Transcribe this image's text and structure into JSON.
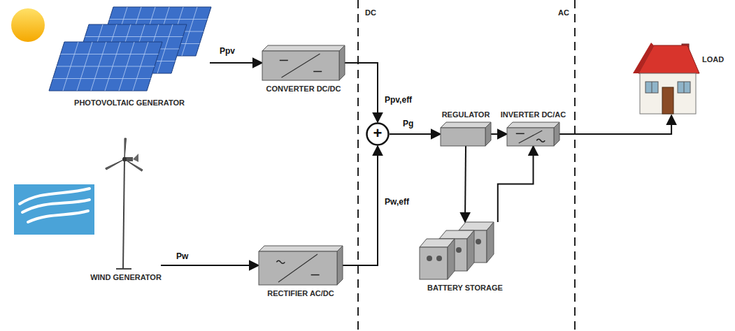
{
  "diagram": {
    "nodes": [
      {
        "text": [
          "PHOTOVOLTAIC GENERATOR"
        ]
      },
      {
        "text": [
          "CONVERTER DC/DC"
        ]
      },
      {
        "text": [
          "WIND GENERATOR"
        ]
      },
      {
        "text": [
          "RECTIFIER AC/DC"
        ]
      },
      {
        "text": [
          "+"
        ]
      },
      {
        "text": [
          "REGULATOR"
        ]
      },
      {
        "text": [
          "INVERTER DC/AC"
        ]
      },
      {
        "text": [
          "BATTERY STORAGE"
        ]
      },
      {
        "text": [
          "LOAD"
        ]
      }
    ],
    "edges": [
      {
        "from": 0,
        "to": 1,
        "label": "Ppv",
        "arrow": "to"
      },
      {
        "from": 1,
        "to": 4,
        "label": "Ppv,eff",
        "arrow": "to"
      },
      {
        "from": 2,
        "to": 3,
        "label": "Pw",
        "arrow": "to"
      },
      {
        "from": 3,
        "to": 4,
        "label": "Pw,eff",
        "arrow": "to"
      },
      {
        "from": 4,
        "to": 5,
        "label": "Pg",
        "arrow": "to"
      },
      {
        "from": 5,
        "to": 6,
        "arrow": "to"
      },
      {
        "from": 5,
        "to": 7,
        "arrow": "to"
      },
      {
        "from": 7,
        "to": 6,
        "arrow": "to"
      },
      {
        "from": 6,
        "to": 8,
        "arrow": "to"
      }
    ],
    "labels": [
      "DC",
      "AC"
    ]
  }
}
